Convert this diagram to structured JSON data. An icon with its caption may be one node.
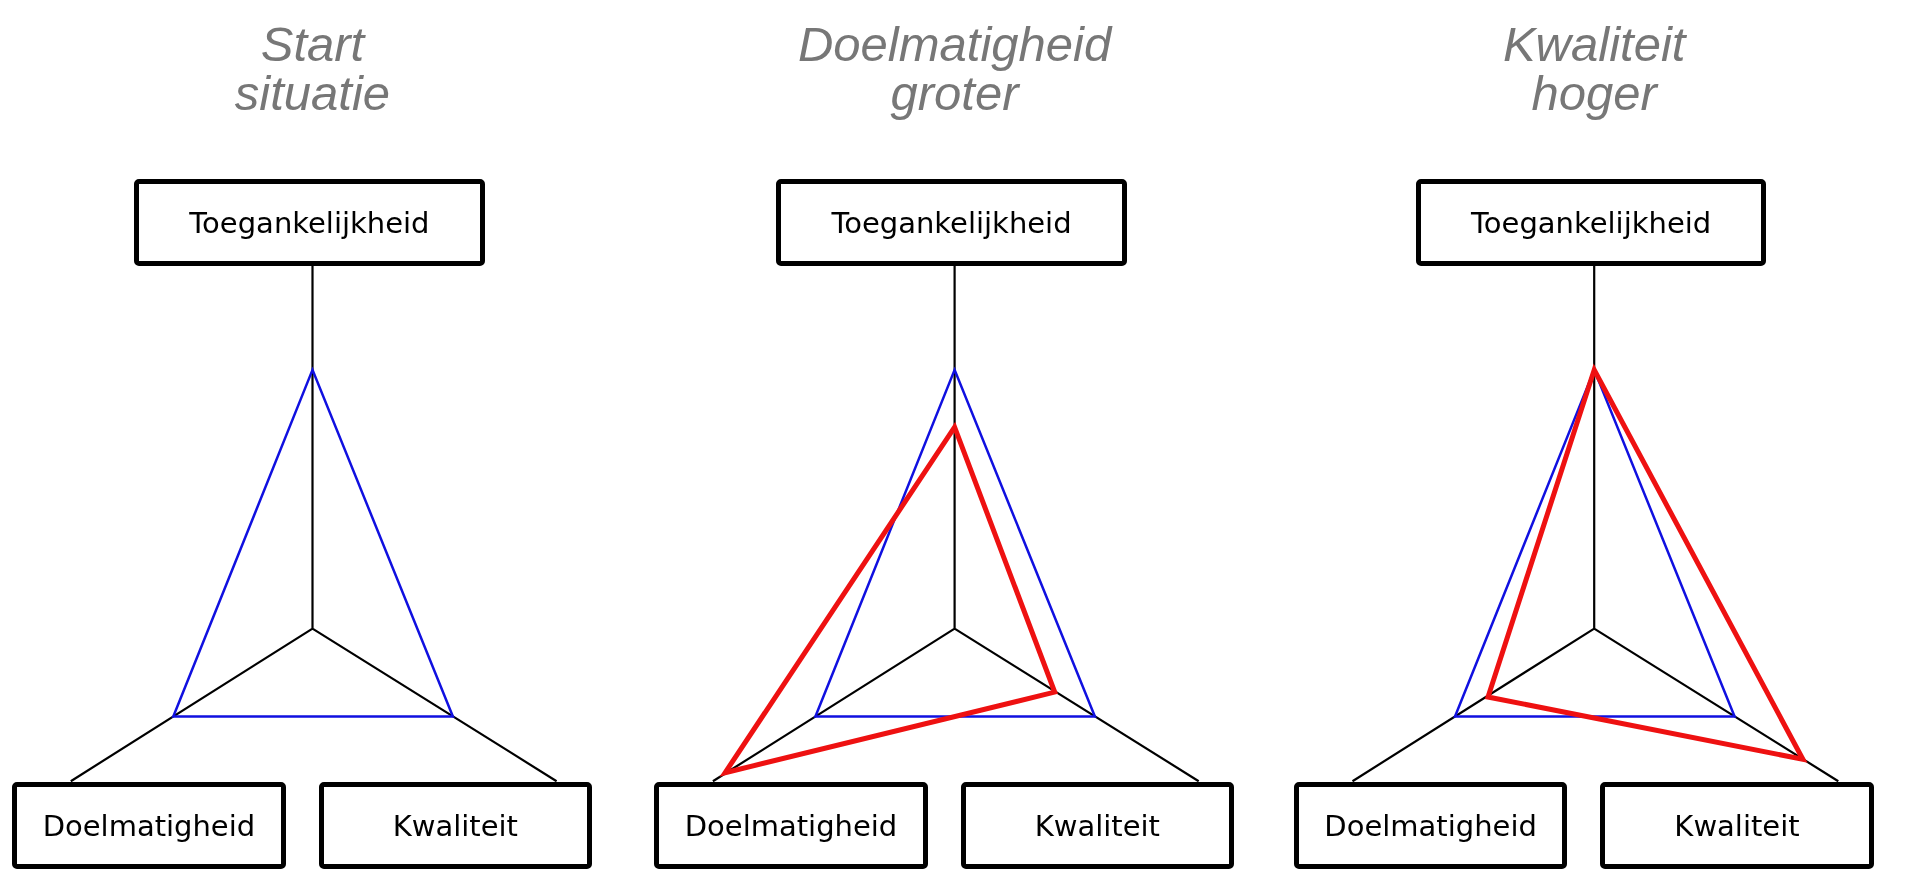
{
  "diagram": {
    "nodes": [
      {
        "text": [
          "Toegankelijkheid"
        ]
      },
      {
        "text": [
          "Doelmatigheid"
        ]
      },
      {
        "text": [
          "Kwaliteit"
        ]
      },
      {
        "text": [
          "Toegankelijkheid"
        ]
      },
      {
        "text": [
          "Doelmatigheid"
        ]
      },
      {
        "text": [
          "Kwaliteit"
        ]
      },
      {
        "text": [
          "Toegankelijkheid"
        ]
      },
      {
        "text": [
          "Doelmatigheid"
        ]
      },
      {
        "text": [
          "Kwaliteit"
        ]
      }
    ],
    "labels": [
      "Start situatie",
      "Doelmatigheid groter",
      "Kwaliteit hoger"
    ]
  }
}
